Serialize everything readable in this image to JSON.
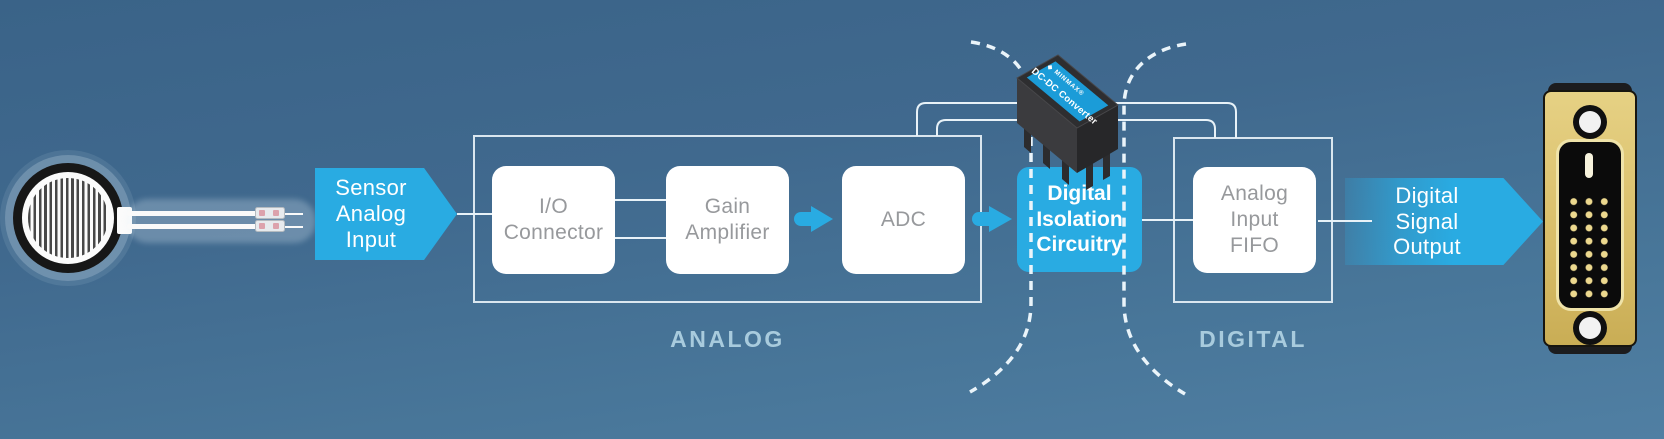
{
  "diagram": {
    "input_arrow_label": "Sensor\nAnalog\nInput",
    "output_arrow_label": "Digital\nSignal\nOutput",
    "analog_section_label": "ANALOG",
    "digital_section_label": "DIGITAL",
    "blocks": {
      "io_connector": "I/O\nConnector",
      "gain_amplifier": "Gain\nAmplifier",
      "adc": "ADC",
      "digital_isolation": "Digital\nIsolation\nCircuitry",
      "analog_input_fifo": "Analog\nInput\nFIFO"
    },
    "converter": {
      "logo_icon": "◆",
      "brand": "MINMAX®",
      "label": "DC-DC Converter"
    },
    "colors": {
      "accent_blue": "#29abe2",
      "background_top": "#3a6388",
      "background_bottom": "#507fa3",
      "block_text_gray": "#97999c",
      "section_label_blue": "#a8cbdd",
      "connector_gold": "#d8bd68",
      "wire_white": "#e8f2f8"
    }
  }
}
